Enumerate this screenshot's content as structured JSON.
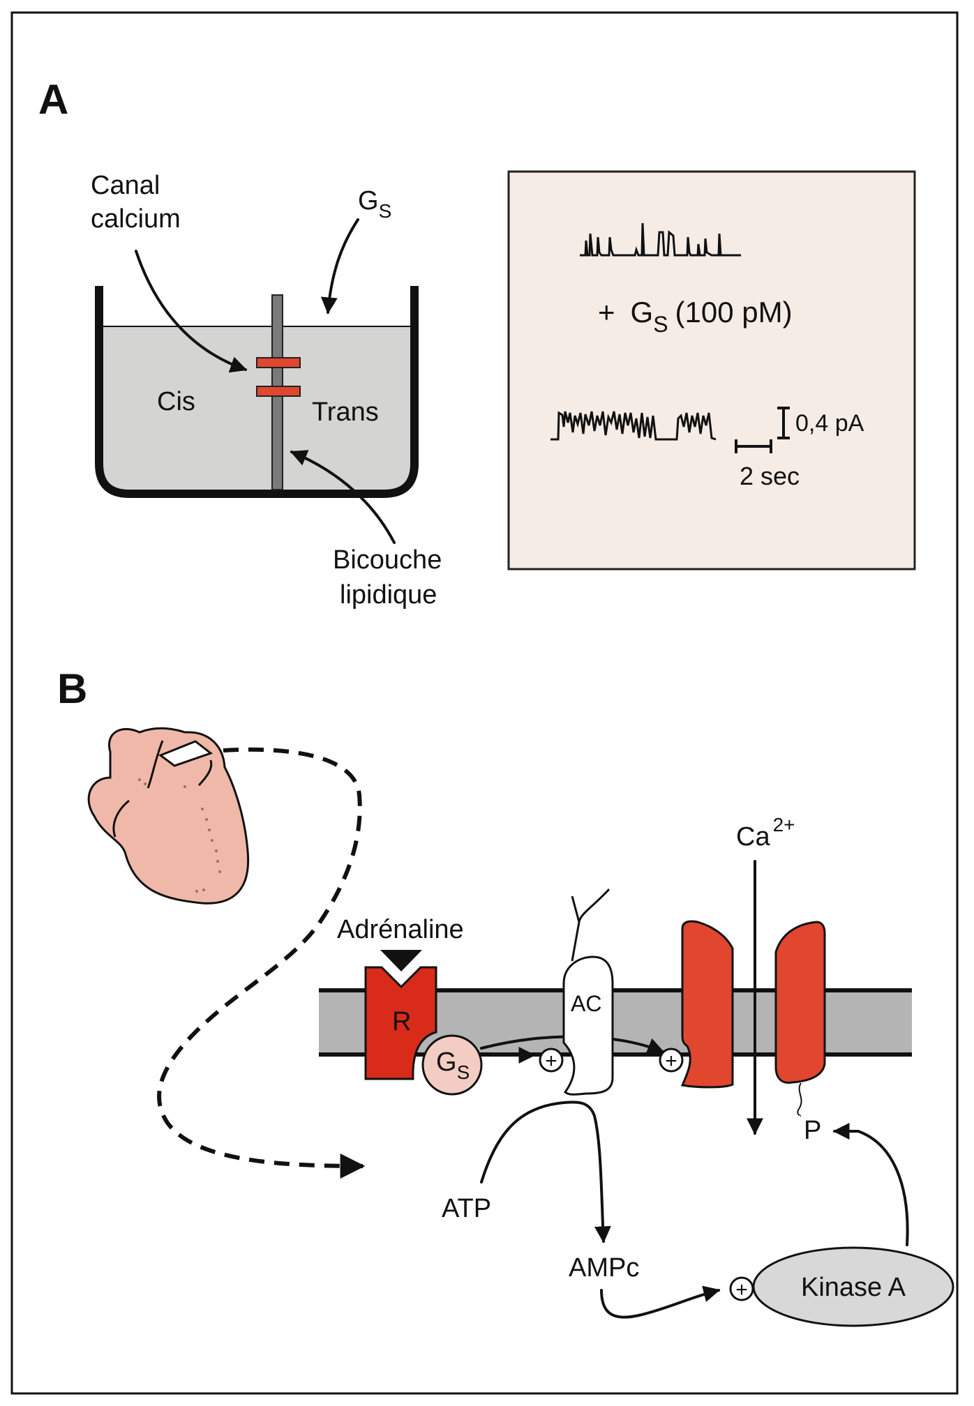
{
  "panel_a": {
    "letter": "A",
    "label_channel": [
      "Canal",
      "calcium"
    ],
    "label_gs": {
      "main": "G",
      "sub": "S"
    },
    "label_cis": "Cis",
    "label_trans": "Trans",
    "label_bilayer": [
      "Bicouche",
      "lipidique"
    ],
    "recording": {
      "condition_prefix": "+",
      "condition_main": "G",
      "condition_sub": "S",
      "condition_suffix": "(100 pM)",
      "scale_current": "0,4 pA",
      "scale_time": "2 sec"
    }
  },
  "panel_b": {
    "letter": "B",
    "label_adrenaline": "Adrénaline",
    "label_receptor": "R",
    "label_gs": {
      "main": "G",
      "sub": "S"
    },
    "label_ac": "AC",
    "label_ca": {
      "main": "Ca",
      "sup": "2+"
    },
    "label_p": "P",
    "label_atp": "ATP",
    "label_ampc": "AMPc",
    "label_kinase": "Kinase A",
    "plus_sign": "+"
  },
  "colors": {
    "channel_red": "#e0472e",
    "receptor_red": "#d92b1a",
    "heart_pink": "#f0b8a8",
    "gs_pink": "#f3cdc3",
    "membrane_gray": "#b4b4b4",
    "liquid_gray": "#d4d4d2",
    "kinase_gray": "#d8d8d8",
    "recording_bg": "#f6ece6"
  }
}
